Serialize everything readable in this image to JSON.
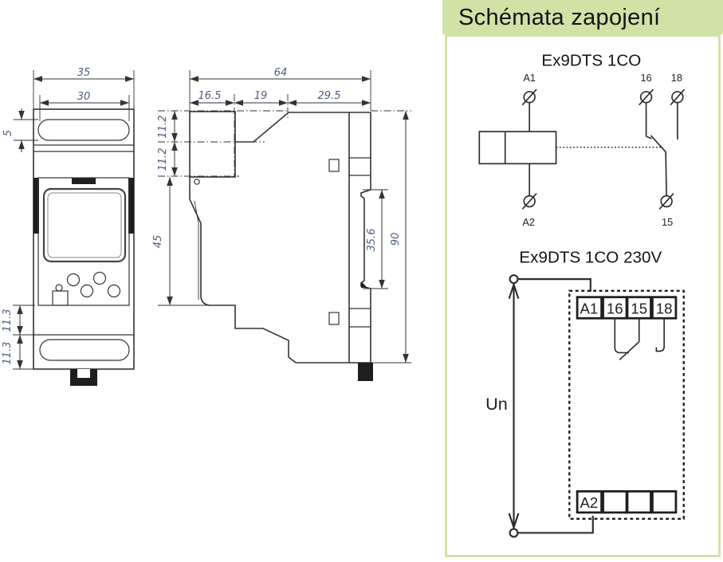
{
  "dimension_drawings": {
    "front_view": {
      "width_total": "35",
      "window_width": "30",
      "top_slot_height": "5",
      "lower_section_height_1": "11.3",
      "lower_section_height_2": "11.3"
    },
    "side_view": {
      "depth_total": "64",
      "depth_front": "16.5",
      "depth_middle": "19",
      "depth_back": "29.5",
      "top_step_1": "11.2",
      "top_step_2": "11.2",
      "front_body_height": "45",
      "din_rail_cutout": "35.6",
      "height_total": "90"
    }
  },
  "wiring_panel": {
    "header_title": "Schémata zapojení",
    "diagram_1co": {
      "title": "Ex9DTS 1CO",
      "terminal_a1": "A1",
      "terminal_a2": "A2",
      "terminal_16": "16",
      "terminal_18": "18",
      "terminal_15": "15"
    },
    "diagram_230v": {
      "title": "Ex9DTS 1CO 230V",
      "voltage_label": "Un",
      "top_terminals": [
        "A1",
        "16",
        "15",
        "18"
      ],
      "bottom_terminal_a2": "A2"
    }
  },
  "colors": {
    "accent_green": "#d2e2a7",
    "dimension_text": "#4d5e7e",
    "drawing_line": "#333333",
    "schematic_line": "#2e2e2e"
  }
}
